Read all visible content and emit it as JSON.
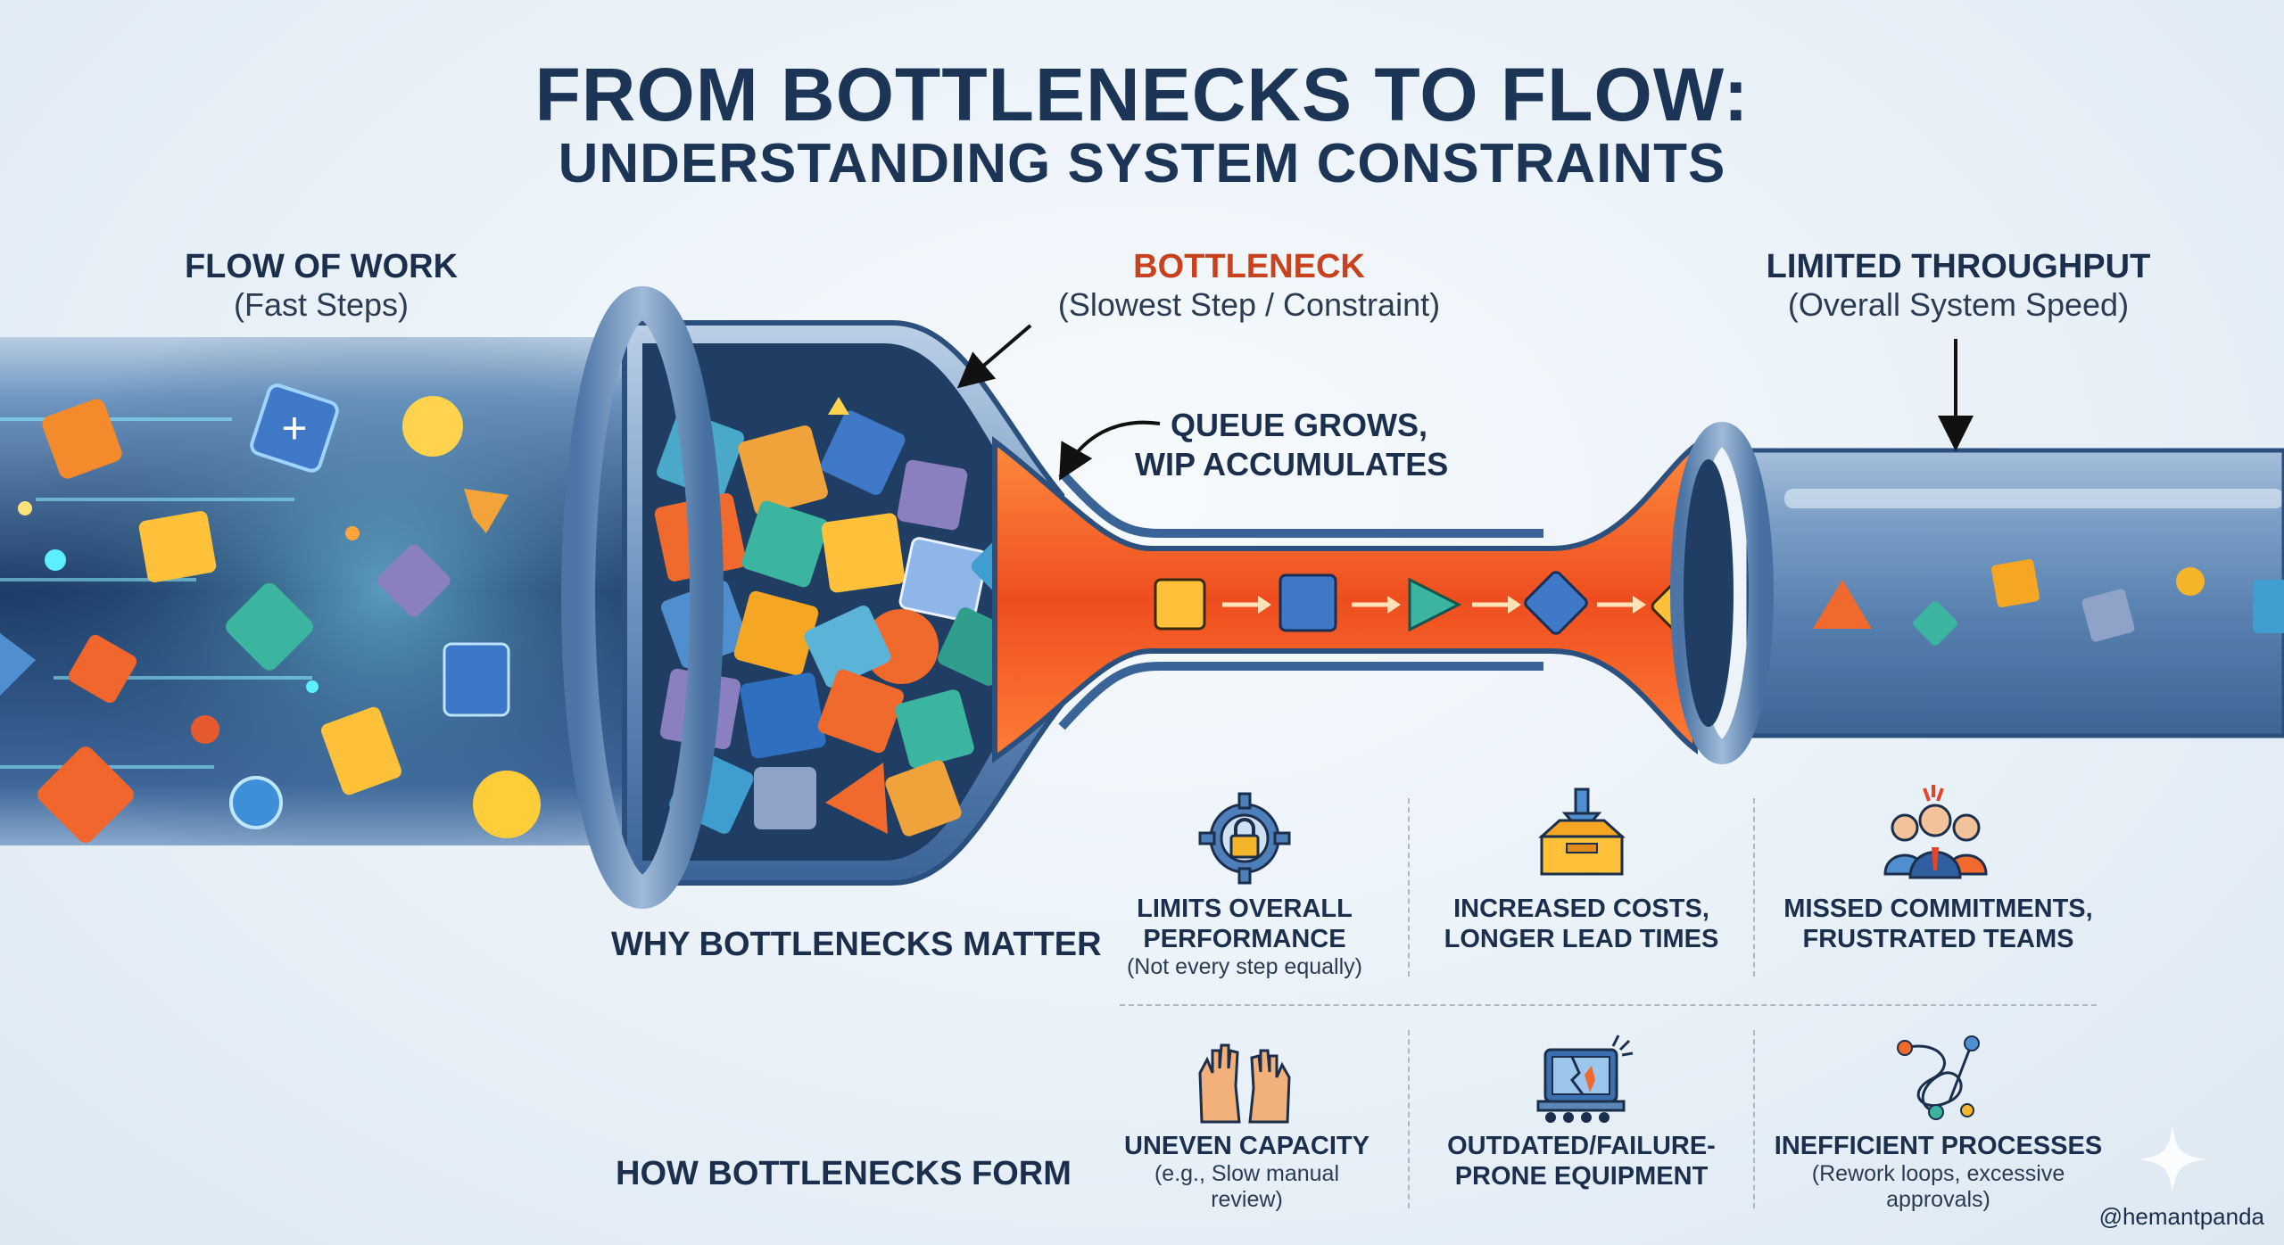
{
  "title": {
    "line1": "FROM BOTTLENECKS TO FLOW:",
    "line2": "UNDERSTANDING SYSTEM CONSTRAINTS"
  },
  "labels": {
    "flow_of_work": {
      "heading": "FLOW OF WORK",
      "sub": "(Fast Steps)"
    },
    "bottleneck": {
      "heading": "BOTTLENECK",
      "sub": "(Slowest Step / Constraint)"
    },
    "limited_throughput": {
      "heading": "LIMITED THROUGHPUT",
      "sub": "(Overall System Speed)"
    },
    "queue": {
      "line1": "QUEUE GROWS,",
      "line2": "WIP ACCUMULATES"
    }
  },
  "why_section": {
    "heading": "WHY BOTTLENECKS MATTER",
    "items": [
      {
        "icon": "gear-lock-icon",
        "title_line1": "LIMITS OVERALL",
        "title_line2": "PERFORMANCE",
        "sub_line1": "(Not every step equally)",
        "sub_line2": ""
      },
      {
        "icon": "inbox-tray-icon",
        "title_line1": "INCREASED COSTS,",
        "title_line2": "LONGER LEAD TIMES",
        "sub_line1": "",
        "sub_line2": ""
      },
      {
        "icon": "frustrated-team-icon",
        "title_line1": "MISSED COMMITMENTS,",
        "title_line2": "FRUSTRATED TEAMS",
        "sub_line1": "",
        "sub_line2": ""
      }
    ]
  },
  "how_section": {
    "heading": "HOW BOTTLENECKS FORM",
    "items": [
      {
        "icon": "raised-hands-icon",
        "title_line1": "UNEVEN CAPACITY",
        "title_line2": "",
        "sub_line1": "(e.g., Slow manual",
        "sub_line2": "review)"
      },
      {
        "icon": "broken-equipment-icon",
        "title_line1": "OUTDATED/FAILURE-",
        "title_line2": "PRONE EQUIPMENT",
        "sub_line1": "",
        "sub_line2": ""
      },
      {
        "icon": "tangled-process-icon",
        "title_line1": "INEFFICIENT PROCESSES",
        "title_line2": "",
        "sub_line1": "(Rework loops, excessive",
        "sub_line2": "approvals)"
      }
    ]
  },
  "watermark": "@hemantpanda",
  "colors": {
    "title": "#1c3557",
    "accent_red": "#c8421e",
    "pipe_blue": "#5b86b5",
    "pipe_dark": "#1f3d66",
    "bottleneck_orange": "#f2642a"
  }
}
